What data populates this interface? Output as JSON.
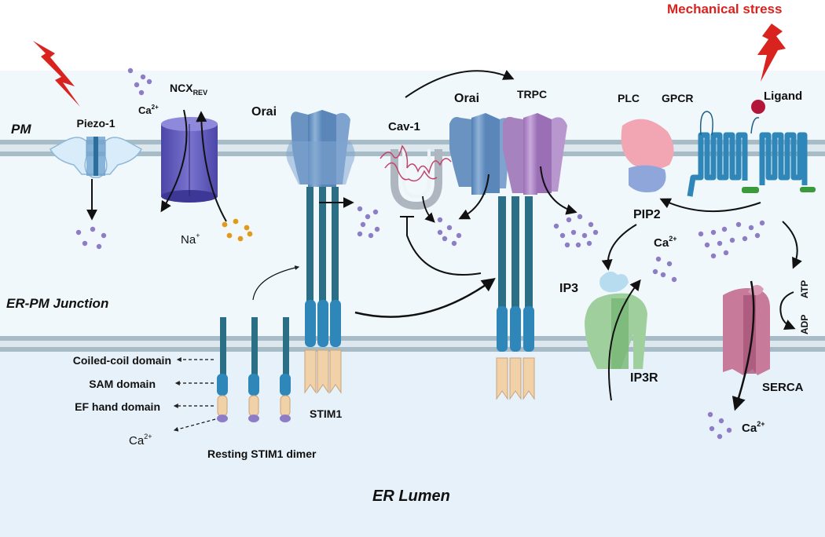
{
  "regions": {
    "pm": "PM",
    "junction": "ER-PM Junction",
    "lumen": "ER Lumen"
  },
  "stimulus": {
    "mechanical": "Mechanical stress"
  },
  "proteins": {
    "piezo": "Piezo-1",
    "ncx_main": "NCX",
    "ncx_sub": "REV",
    "orai_left": "Orai",
    "cav1": "Cav-1",
    "orai_right": "Orai",
    "trpc": "TRPC",
    "plc": "PLC",
    "gpcr": "GPCR",
    "ligand": "Ligand",
    "pip2": "PIP2",
    "ip3": "IP3",
    "ip3r": "IP3R",
    "serca": "SERCA",
    "atp": "ATP",
    "adp": "ADP",
    "stim1": "STIM1"
  },
  "ions": {
    "ca": "Ca",
    "ca_charge": "2+",
    "na": "Na",
    "na_charge": "+"
  },
  "stim_domains": {
    "coiled_coil": "Coiled-coil domain",
    "sam": "SAM domain",
    "ef_hand": "EF hand domain",
    "resting_dimer": "Resting STIM1 dimer"
  },
  "colors": {
    "membrane": "#9fb6c2",
    "cytosol": "#f1f8fc",
    "lumen": "#e6f1fa",
    "stress": "#d9231f",
    "stim": "#2a6f86",
    "orai": "#6e97c4",
    "trpc": "#b08ec6",
    "ip3r": "#9fcf9c",
    "serca": "#c77a9a",
    "calcium": "#8d7dc7"
  }
}
